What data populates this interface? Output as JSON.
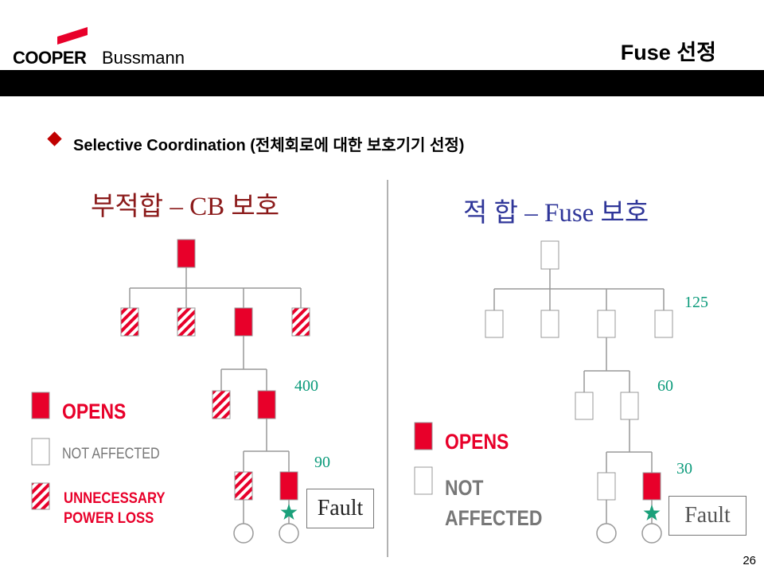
{
  "header": {
    "logo_brand": "COOPER",
    "logo_sub": "Bussmann",
    "title": "Fuse 선정"
  },
  "subtitle": "Selective Coordination (전체회로에 대한 보호기기 선정)",
  "left_panel": {
    "heading": "부적합 – CB 보호",
    "ratings": [
      "400",
      "90"
    ],
    "fault_label": "Fault",
    "legend": {
      "opens": "OPENS",
      "not_affected": "NOT AFFECTED",
      "unnecessary_line1": "UNNECESSARY",
      "unnecessary_line2": "POWER LOSS"
    }
  },
  "right_panel": {
    "heading": "적  합 – Fuse 보호",
    "ratings": [
      "125",
      "60",
      "30"
    ],
    "fault_label": "Fault",
    "legend": {
      "opens": "OPENS",
      "not_affected_line1": "NOT",
      "not_affected_line2": "AFFECTED"
    }
  },
  "colors": {
    "opens": "#e8002a",
    "left_heading": "#8b1a1a",
    "right_heading": "#2f3699",
    "rating_text": "#0a9a7a",
    "fault_star": "#1aa07a"
  },
  "page_number": "26"
}
